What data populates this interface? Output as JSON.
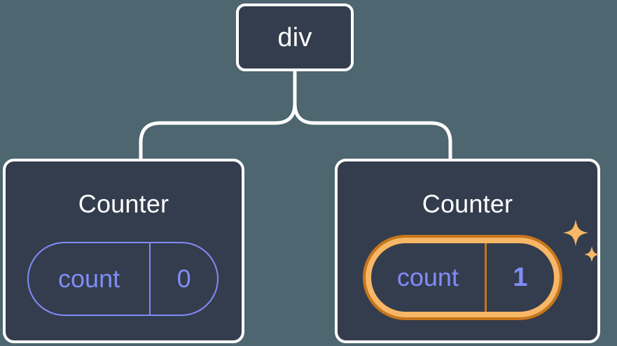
{
  "diagram": {
    "type": "component-tree",
    "background_color": "#4d6670",
    "card_color": "#343d4d",
    "border_color": "#ffffff",
    "accent_purple": "#818cf8",
    "highlight_outer_orange": "#c8761b",
    "highlight_inner_orange": "#f8b766",
    "root": {
      "label": "div"
    },
    "children": [
      {
        "label": "Counter",
        "state": {
          "key": "count",
          "value": "0"
        },
        "highlighted": false
      },
      {
        "label": "Counter",
        "state": {
          "key": "count",
          "value": "1"
        },
        "highlighted": true,
        "sparkle_count": 2
      }
    ]
  }
}
